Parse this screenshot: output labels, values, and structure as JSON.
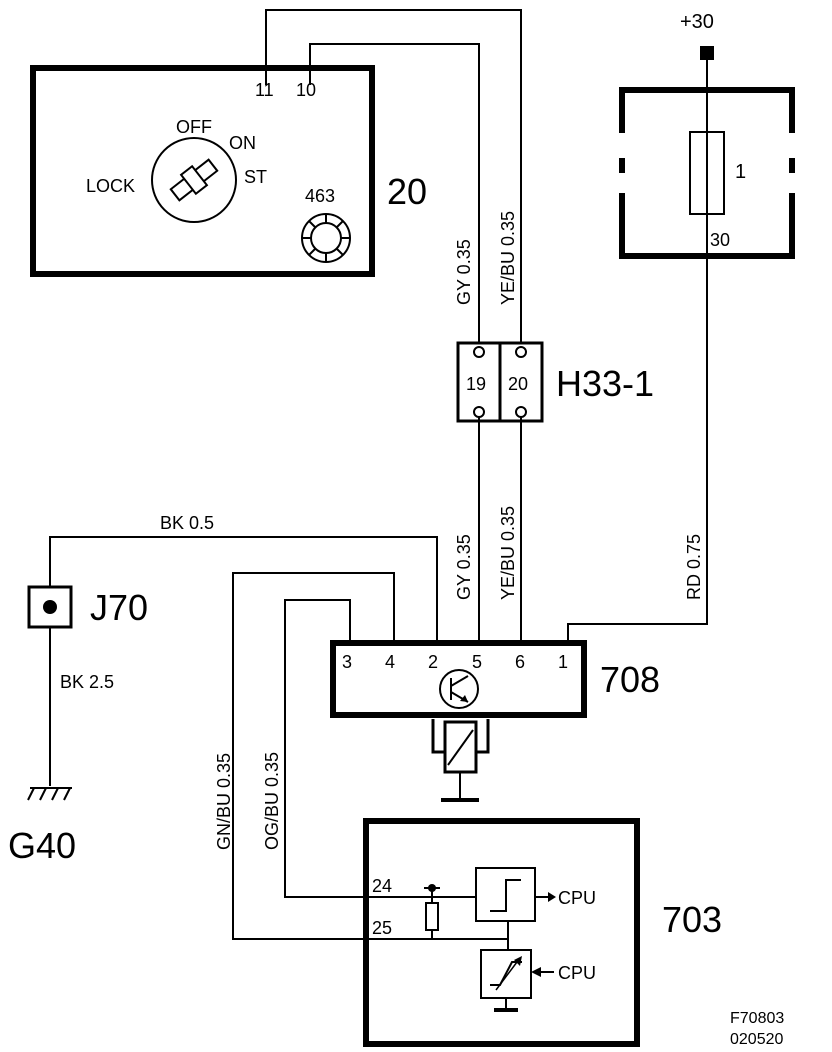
{
  "components": {
    "ignition_switch": {
      "id": "20",
      "pins": [
        "11",
        "10"
      ],
      "positions": [
        "OFF",
        "ON",
        "LOCK",
        "ST"
      ],
      "sub_part": "463"
    },
    "fuse": {
      "supply": "+30",
      "number": "1",
      "pin": "30"
    },
    "connector": {
      "id": "H33-1",
      "pins": [
        "19",
        "20"
      ]
    },
    "ground_point": {
      "id": "J70"
    },
    "ground": {
      "id": "G40"
    },
    "module_708": {
      "id": "708",
      "pins": [
        "3",
        "4",
        "2",
        "5",
        "6",
        "1"
      ]
    },
    "module_703": {
      "id": "703",
      "pins": [
        "24",
        "25"
      ],
      "cpu_labels": [
        "CPU",
        "CPU"
      ]
    }
  },
  "wires": {
    "switch_gy": "GY  0.35",
    "switch_yebu": "YE/BU  0.35",
    "lower_gy": "GY  0.35",
    "lower_yebu": "YE/BU  0.35",
    "rd": "RD  0.75",
    "bk_top": "BK  0.5",
    "bk_ground": "BK  2.5",
    "gnbu": "GN/BU  0.35",
    "ogbu": "OG/BU  0.35"
  },
  "footer": {
    "figure_code": "F70803",
    "date_code": "020520"
  }
}
